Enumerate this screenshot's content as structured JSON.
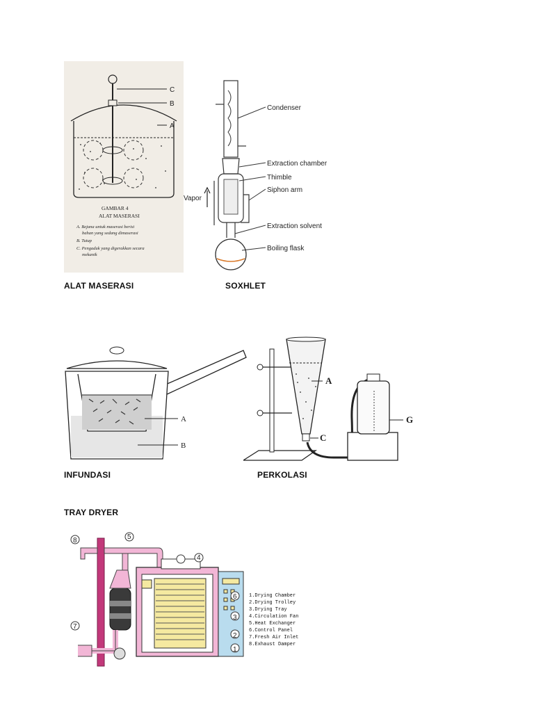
{
  "captions": {
    "maserasi": "ALAT MASERASI",
    "soxhlet": "SOXHLET",
    "infundasi": "INFUNDASI",
    "perkolasi": "PERKOLASI",
    "tray_dryer": "TRAY DRYER"
  },
  "maserasi_fig": {
    "label_c": "C",
    "label_b": "B",
    "label_a": "A",
    "caption_title": "GAMBAR 4",
    "caption_sub": "ALAT MASERASI",
    "legend": [
      "A. Bejana untuk maserasi berisi",
      "bahan yang sedang dimaserasi",
      "B. Tutup",
      "C. Pengaduk yang digerakkan secara",
      "mekanik"
    ]
  },
  "soxhlet_fig": {
    "labels": [
      "Condenser",
      "Extraction chamber",
      "Thimble",
      "Siphon arm",
      "Extraction solvent",
      "Boiling flask"
    ],
    "vapor": "Vapor"
  },
  "infundasi_fig": {
    "label_a": "A",
    "label_b": "B"
  },
  "perkolasi_fig": {
    "label_a": "A",
    "label_c": "C",
    "label_g": "G"
  },
  "tray_fig": {
    "numbers": [
      "1",
      "2",
      "3",
      "4",
      "5",
      "6",
      "7",
      "8"
    ],
    "legend": [
      "1.Drying Chamber",
      "2.Drying Trolley",
      "3.Drying Tray",
      "4.Circulation Fan",
      "5.Heat Exchanger",
      "6.Control Panel",
      "7.Fresh Air Inlet",
      "8.Exhaust Damper"
    ]
  },
  "colors": {
    "pink": "#f2b6d6",
    "magenta": "#c2387a",
    "blue_panel": "#b9dcee",
    "yellow_panel": "#f5e9a0"
  }
}
